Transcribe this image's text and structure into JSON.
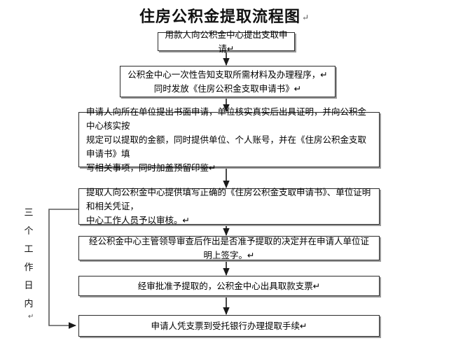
{
  "document": {
    "title": "住房公积金提取流程图",
    "pilcrow": "↵",
    "type": "flowchart"
  },
  "side_label": {
    "name": "三个工作日内",
    "characters": [
      "三",
      "个",
      "工",
      "作",
      "日",
      "内"
    ],
    "pilcrow": "↵"
  },
  "nodes": [
    {
      "id": "node-1",
      "step": 1,
      "text": "用款人向公积金中心提出支取申请↵"
    },
    {
      "id": "node-2",
      "step": 2,
      "text": "公积金中心一次性告知支取所需材料及办理程序，↵\n同时发放《住房公积金支取申请书》↵"
    },
    {
      "id": "node-3",
      "step": 3,
      "text": "申请人向所在单位提出书面申请，单位核实真实后出具证明，并向公积金中心核实按\n规定可以提取的金额，同时提供单位、个人账号，并在《住房公积金支取申请书》填\n写相关事项，同时加盖预留印鉴↵"
    },
    {
      "id": "node-4",
      "step": 4,
      "text": "提取人向公积金中心提供填写正确的《住房公积金支取申请书》、单位证明和相关凭证，\n中心工作人员予以审核。↵"
    },
    {
      "id": "node-5",
      "step": 5,
      "text": "经公积金中心主管领导审查后作出是否准予提取的决定并在申请人单位证明上签字。↵"
    },
    {
      "id": "node-6",
      "step": 6,
      "text": "经审批准予提取的，公积金中心出具取款支票↵"
    },
    {
      "id": "node-7",
      "step": 7,
      "text": "申请人凭支票到受托银行办理提取手续↵"
    }
  ],
  "connectors": [
    {
      "id": "conn-1-2",
      "from": "node-1",
      "to": "node-2",
      "style": "straight-down-arrow"
    },
    {
      "id": "conn-2-3",
      "from": "node-2",
      "to": "node-3",
      "style": "straight-down-arrow"
    },
    {
      "id": "conn-3-4",
      "from": "node-3",
      "to": "node-4",
      "style": "straight-down-arrow"
    },
    {
      "id": "conn-4-5",
      "from": "node-4",
      "to": "node-5",
      "style": "straight-down-arrow"
    },
    {
      "id": "conn-5-6",
      "from": "node-5",
      "to": "node-6",
      "style": "straight-down-arrow"
    },
    {
      "id": "conn-6-7",
      "from": "node-6",
      "to": "node-7",
      "style": "straight-down-arrow"
    },
    {
      "id": "conn-bracket",
      "from": "node-4",
      "to": "node-7",
      "style": "left-bracket-arrow"
    }
  ],
  "colors": {
    "background": "#ffffff",
    "box_border": "#2b2b2b",
    "box_shadow": "#9a9a9a",
    "connector": "#1a1a1a",
    "bracket": "#555555",
    "text": "#000000"
  }
}
